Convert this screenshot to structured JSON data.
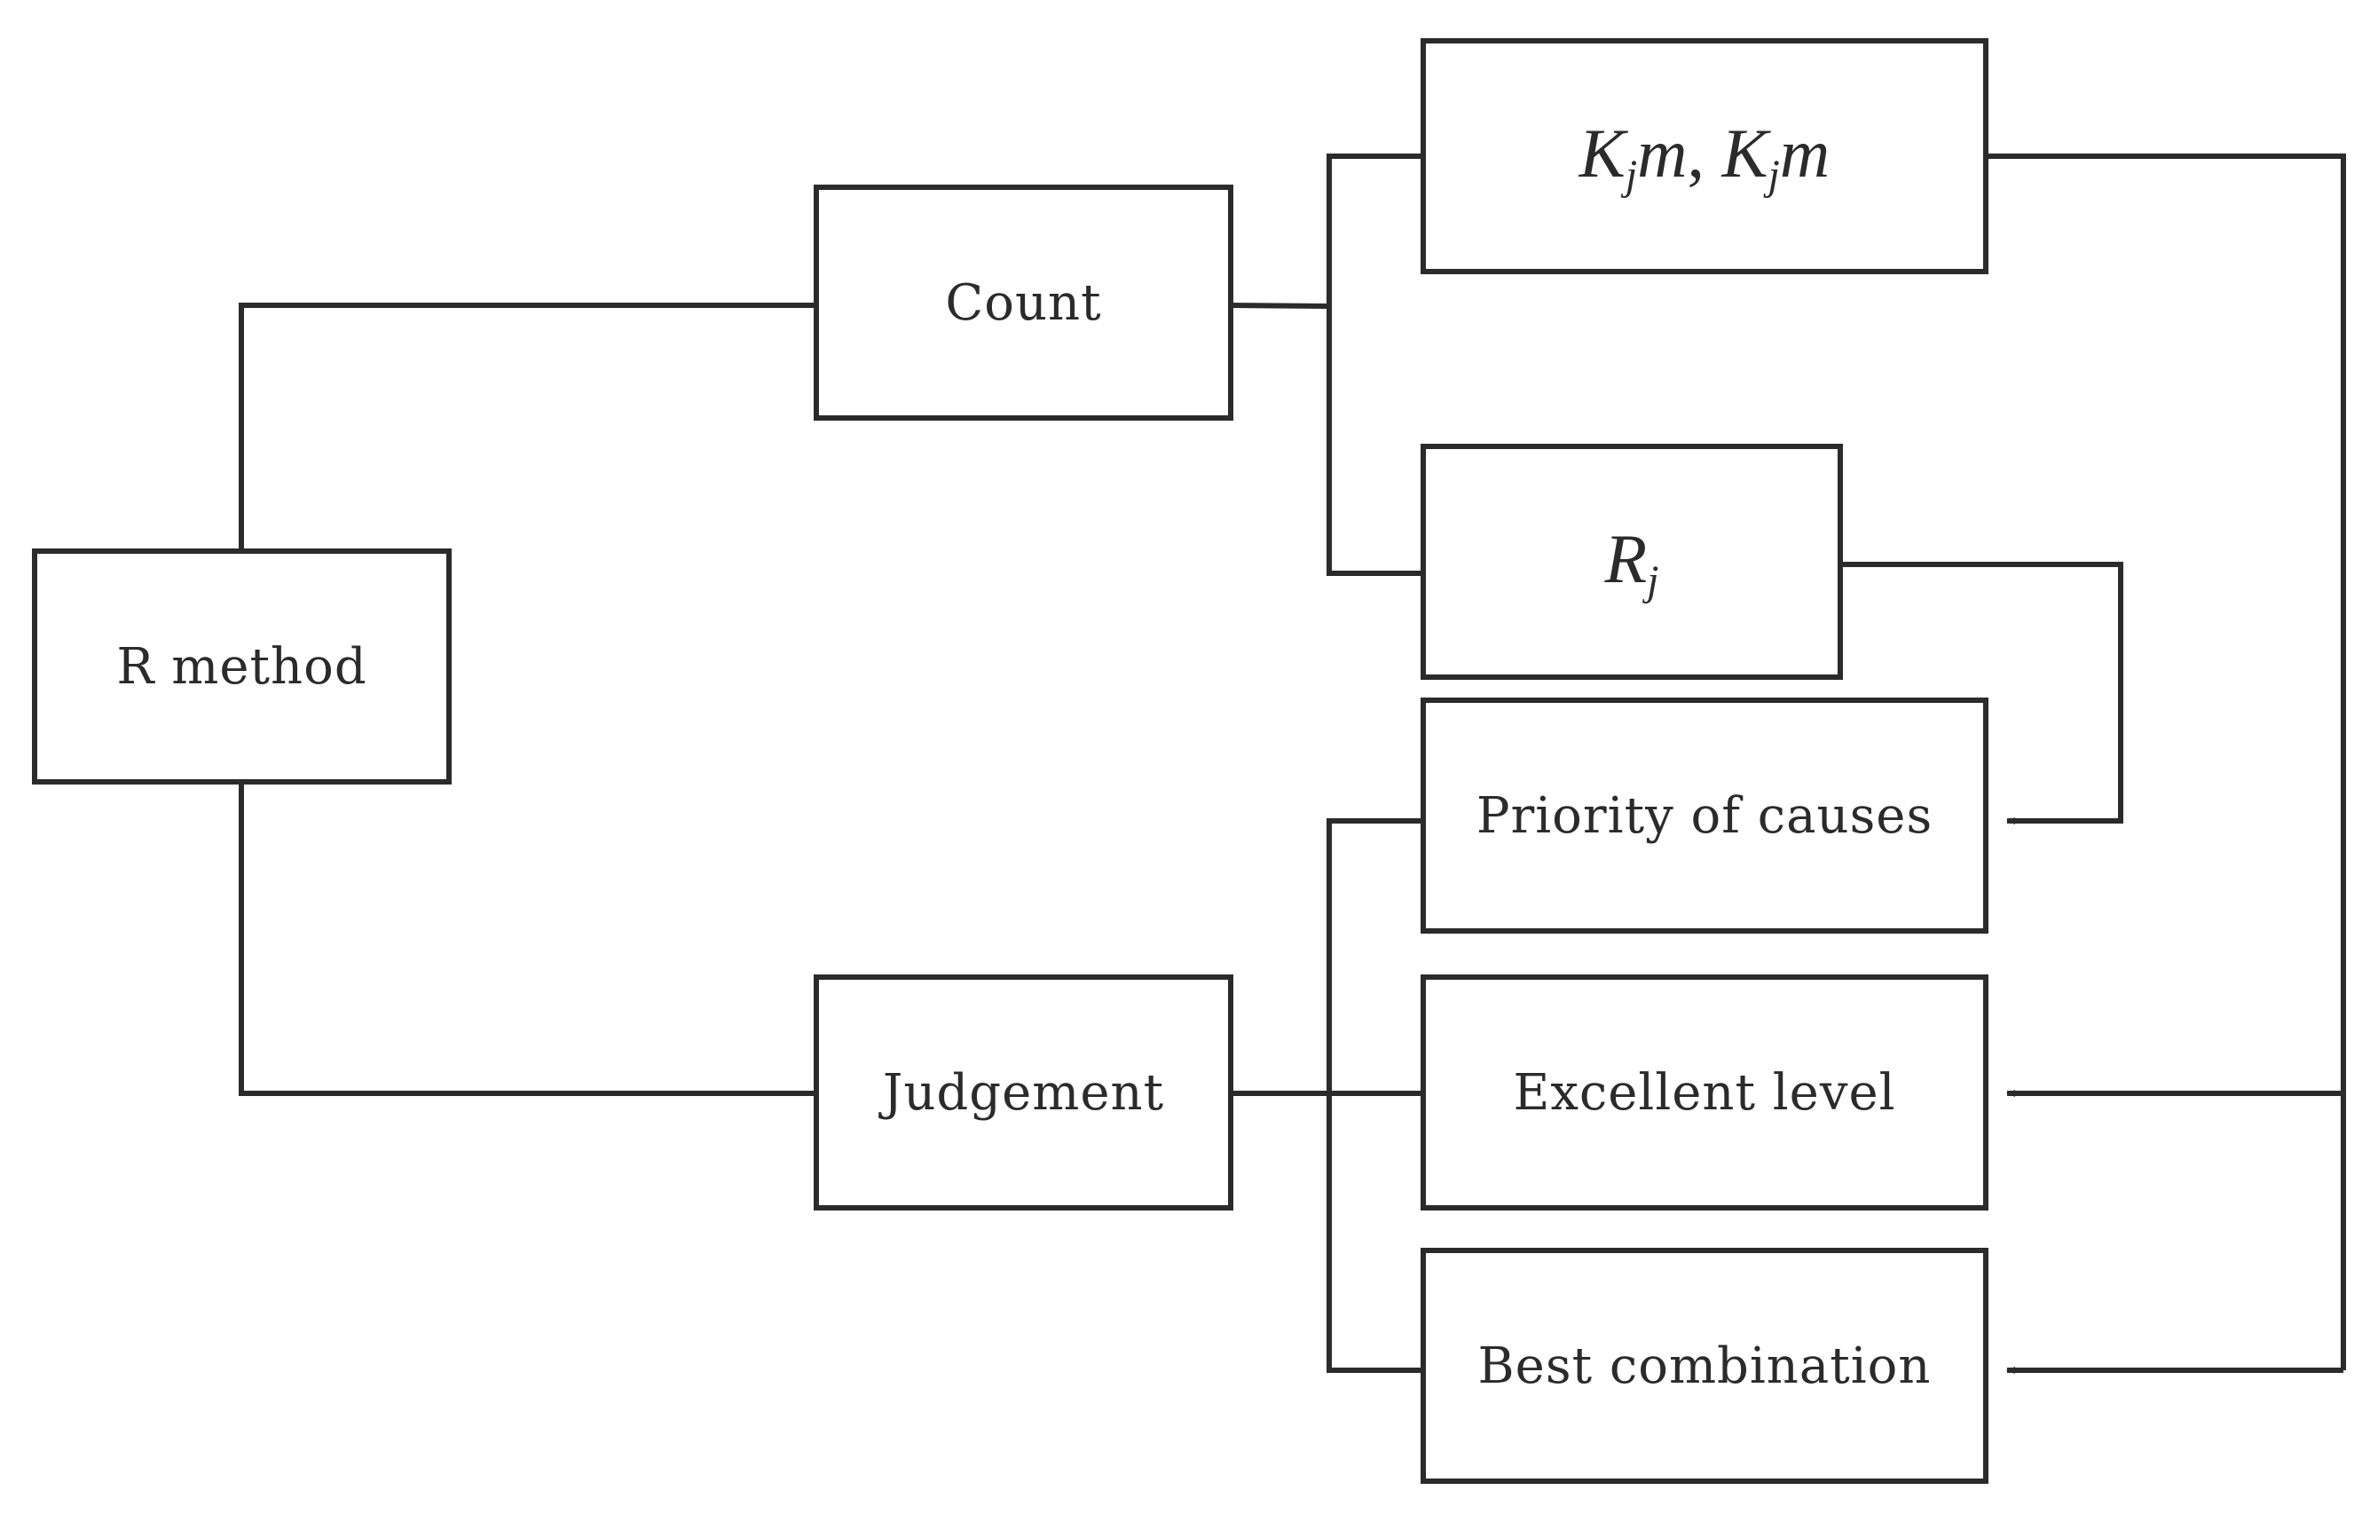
{
  "diagram": {
    "nodes": {
      "r_method": "R method",
      "count": "Count",
      "judgement": "Judgement",
      "kjm": {
        "a_base": "K",
        "a_sub": "j",
        "a_tail": "m",
        "sep": ", ",
        "b_base": "K",
        "b_sub": "j",
        "b_tail": "m"
      },
      "rj": {
        "base": "R",
        "sub": "j"
      },
      "priority": "Priority of causes",
      "excellent": "Excellent level",
      "best": "Best combination"
    },
    "edges": [
      {
        "from": "R method",
        "to": "Count",
        "arrow": false
      },
      {
        "from": "R method",
        "to": "Judgement",
        "arrow": false
      },
      {
        "from": "Count",
        "to": "Kjm, Kjm",
        "arrow": false
      },
      {
        "from": "Count",
        "to": "Rj",
        "arrow": false
      },
      {
        "from": "Judgement",
        "to": "Priority of causes",
        "arrow": false
      },
      {
        "from": "Judgement",
        "to": "Excellent level",
        "arrow": false
      },
      {
        "from": "Judgement",
        "to": "Best combination",
        "arrow": false
      },
      {
        "from": "Rj",
        "to": "Priority of causes",
        "arrow": true
      },
      {
        "from": "Kjm, Kjm",
        "to": "Excellent level",
        "arrow": true
      },
      {
        "from": "Kjm, Kjm",
        "to": "Best combination",
        "arrow": true
      }
    ],
    "colors": {
      "stroke": "#2b2b2b",
      "background": "#ffffff"
    }
  }
}
